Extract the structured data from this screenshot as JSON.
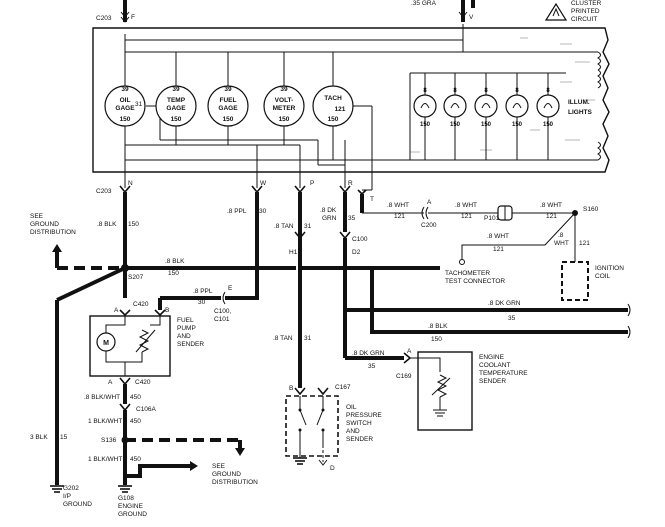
{
  "header": {
    "c203_top": "C203",
    "pin_f": "F",
    "wire_top_right": ".35 GRA",
    "pin_v": "V",
    "legend_line1": "CLUSTER",
    "legend_line2": "PRINTED",
    "legend_line3": "CIRCUIT"
  },
  "gauges": [
    {
      "line1": "OIL",
      "line2": "GAGE",
      "top": "39",
      "side": "31",
      "bottom": "150"
    },
    {
      "line1": "TEMP",
      "line2": "GAGE",
      "top": "39",
      "side": "",
      "bottom": "150"
    },
    {
      "line1": "FUEL",
      "line2": "GAGE",
      "top": "39",
      "side": "",
      "bottom": "150"
    },
    {
      "line1": "VOLT-",
      "line2": "METER",
      "top": "39",
      "side": "",
      "bottom": "150"
    },
    {
      "line1": "TACH",
      "line2": "",
      "top": "",
      "side": "121",
      "bottom": "150"
    }
  ],
  "illum": {
    "top": "8",
    "bottom": "150",
    "label1": "ILLUM.",
    "label2": "LIGHTS"
  },
  "connectors": {
    "c203_bottom": "C203",
    "pins": [
      "N",
      "W",
      "P",
      "R",
      "T"
    ]
  },
  "wires": {
    "blk150": ".8 BLK",
    "blk150_circuit": "150",
    "ppl30": ".8 PPL",
    "ppl30_circuit": "30",
    "tan31": ".8 TAN",
    "tan31_circuit": "31",
    "dkgrn35_a": ".8 DK",
    "dkgrn35_b": "GRN",
    "dkgrn35_circuit": "35",
    "wht121": ".8 WHT",
    "wht121_circuit": "121",
    "blk_horiz": ".8 BLK",
    "blk_horiz_circuit": "150",
    "ppl_horiz": ".8 PPL",
    "ppl_horiz_circuit": "30",
    "tan_lower": ".8 TAN",
    "tan_lower_circuit": "31",
    "dkgrn_lower": ".8 DK GRN",
    "dkgrn_lower_circuit": "35",
    "dkgrn_right": ".8 DK GRN",
    "dkgrn_right_circuit": "35",
    "blk_right": ".8 BLK",
    "blk_right_circuit": "150",
    "blkwht_a": ".8 BLK/WHT",
    "blkwht_a_circuit": "450",
    "blkwht_b": "1 BLK/WHT",
    "blkwht_b_circuit": "450",
    "blkwht_c": "1 BLK/WHT",
    "blkwht_c_circuit": "450",
    "blk3": "3 BLK",
    "blk3_circuit": "15",
    "wht_tach": ".8 WHT",
    "wht_tach_circuit": "121",
    "wht_coil_a": ".8",
    "wht_coil_b": "WHT",
    "wht_coil_circuit": "121"
  },
  "labels": {
    "see_ground_1": "SEE",
    "see_ground_2": "GROUND",
    "see_ground_3": "DISTRIBUTION",
    "s207": "S207",
    "h1": "H1",
    "d2": "D2",
    "c100": "C100",
    "c200": "C200",
    "c200_pin": "A",
    "p101": "P101",
    "s160": "S160",
    "c420_top": "C420",
    "c420_a": "A",
    "c420_b": "B",
    "c100_c101_a": "C100,",
    "c100_c101_b": "C101",
    "pin_e": "E",
    "fuel_pump_1": "FUEL",
    "fuel_pump_2": "PUMP",
    "fuel_pump_3": "AND",
    "fuel_pump_4": "SENDER",
    "motor": "M",
    "c420_bottom": "C420",
    "c420_bottom_pin": "A",
    "c106a": "C106A",
    "s136": "S136",
    "see_ground_b1": "SEE",
    "see_ground_b2": "GROUND",
    "see_ground_b3": "DISTRIBUTION",
    "g202_1": "G202",
    "g202_2": "I/P",
    "g202_3": "GROUND",
    "g108_1": "G108",
    "g108_2": "ENGINE",
    "g108_3": "GROUND",
    "tach_conn_1": "TACHOMETER",
    "tach_conn_2": "TEST CONNECTOR",
    "ign_1": "IGNITION",
    "ign_2": "COIL",
    "ops_pin_b": "B",
    "c167": "C167",
    "ops_1": "OIL",
    "ops_2": "PRESSURE",
    "ops_3": "SWITCH",
    "ops_4": "AND",
    "ops_5": "SENDER",
    "ops_pin_d": "D",
    "c169": "C169",
    "c169_pin": "A",
    "ect_1": "ENGINE",
    "ect_2": "COOLANT",
    "ect_3": "TEMPERATURE",
    "ect_4": "SENDER"
  }
}
